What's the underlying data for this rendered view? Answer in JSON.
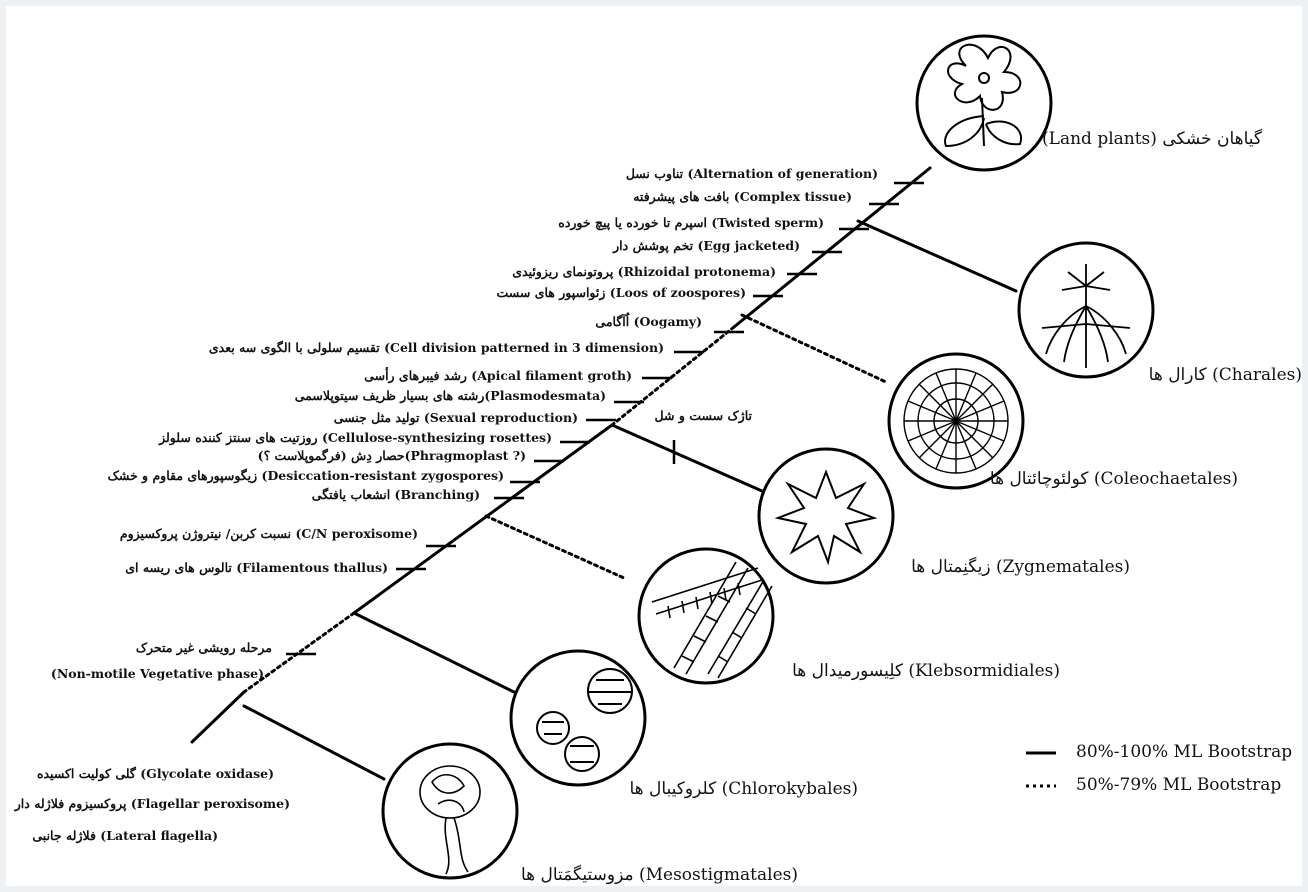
{
  "groups": {
    "land_plants": "(Land plants) گیاهان خشکی",
    "charales": "کارال ها (Charales)",
    "coleochaetales": "کولئوچائتال ها (Coleochaetales)",
    "zygnematales": "زیگنِمتال ها (Zygnematales)",
    "klebsormidiales": "کلِیسورمیدال ها (Klebsormidiales)",
    "chlorokybales": "کلروکیبال ها (Chlorokybales)",
    "mesostigmatales": "مزوستیگمَتال ها (Mesostigmatales)"
  },
  "traits": {
    "alternation": "تناوب نسل (Alternation of generation)",
    "complex_tissue": "بافت های پیشرفته (Complex tissue)",
    "twisted_sperm": "اسپرم تا خورده یا پیچ خورده (Twisted sperm)",
    "egg_jacketed": "تخم پوشش دار (Egg jacketed)",
    "rhizoidal": "پروتونمای ریزوئیدی (Rhizoidal protonema)",
    "loss_zoospores": "زئواسپور های سست (Loos of zoospores)",
    "oogamy": "اُآگامی (Oogamy)",
    "cell_division": "تقسیم سلولی با الگوی سه بعدی (Cell division patterned in 3 dimension)",
    "apical": "رشد فیبرهای رأسی (Apical filament groth)",
    "plasmodesmata": "رشته های بسیار ظریف سیتوپلاسمی(Plasmodesmata)",
    "sexual": "تولید مثل جنسی (Sexual reproduction)",
    "cellulose": "روزتیت های سنتز کننده سلولز (Cellulose-synthesizing rosettes)",
    "phragmoplast": "حصار دِش (فرگموپلاست ؟)(Phragmoplast ?)",
    "desiccation": "زیگوسپورهای مقاوم و خشک (Desiccation-resistant zygospores)",
    "branching": "انشعاب یافتگی (Branching)",
    "cn_peroxisome": "نسبت کربن/ نیتروژن پروکسیزوم (C/N peroxisome)",
    "filamentous": "تالوس های ریسه ای (Filamentous thallus)",
    "nonmotile_fa": "مرحله رویشی غیر متحرک",
    "nonmotile_en": "(Non-motile Vegetative phase)",
    "glycolate": "گلی کولیت اکسیده (Glycolate oxidase)",
    "flag_perox": "پروکسیزوم فلاژله دار (Flagellar peroxisome)",
    "lateral": "فلاژله جانبی (Lateral flagella)",
    "flagella_loss": "تاژک سست و شل"
  },
  "legend": {
    "solid_label": "80%-100% ML Bootstrap",
    "dotted_label": "50%-79% ML Bootstrap"
  }
}
